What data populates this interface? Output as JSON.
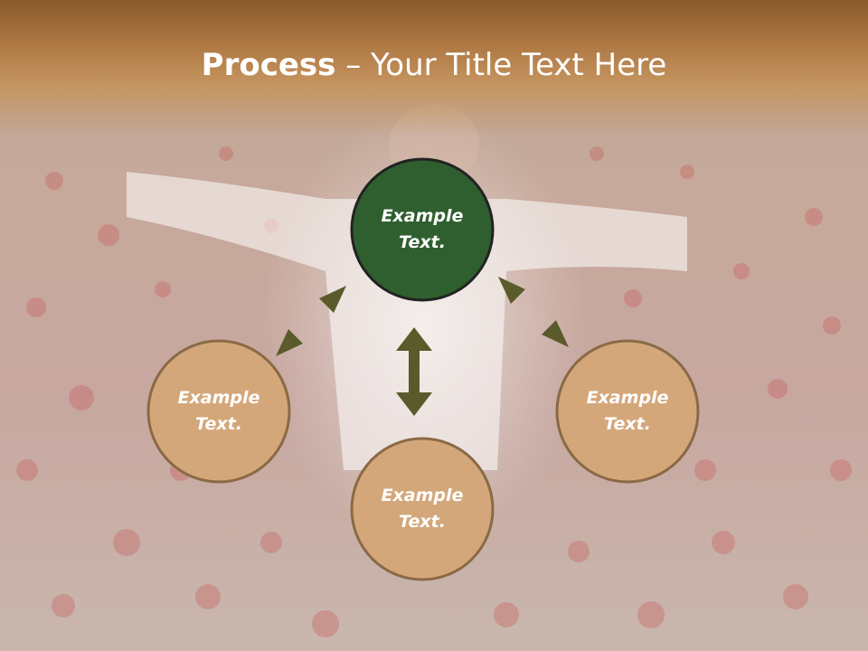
{
  "title": {
    "bold": "Process",
    "dash": " – ",
    "rest": "Your Title Text Here"
  },
  "nodes": {
    "center": "Example Text.",
    "left": "Example Text.",
    "right": "Example Text.",
    "bottom": "Example Text."
  },
  "colors": {
    "title_bar": "#b07a45",
    "center_fill": "#2f5f2f",
    "outer_fill": "#d4a77a",
    "outer_stroke": "#8a6a45",
    "arrow": "#5a5a2a"
  }
}
